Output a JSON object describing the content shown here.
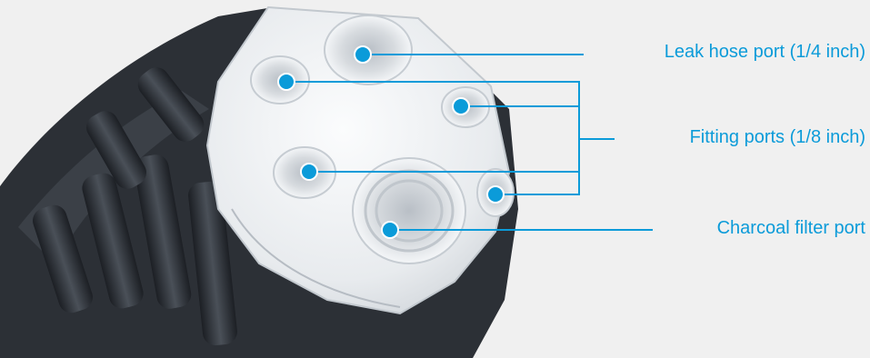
{
  "figure": {
    "subject": "Bottle cap with ports",
    "colors": {
      "background": "#f0f0f0",
      "cap_body": "#2c3036",
      "cap_face": "#eef0f2",
      "callout": "#0b9bd9"
    }
  },
  "callouts": {
    "leak_hose_port": {
      "label": "Leak hose port (1/4 inch)"
    },
    "fitting_ports": {
      "label": "Fitting ports (1/8 inch)"
    },
    "charcoal_filter_port": {
      "label": "Charcoal filter port"
    }
  }
}
